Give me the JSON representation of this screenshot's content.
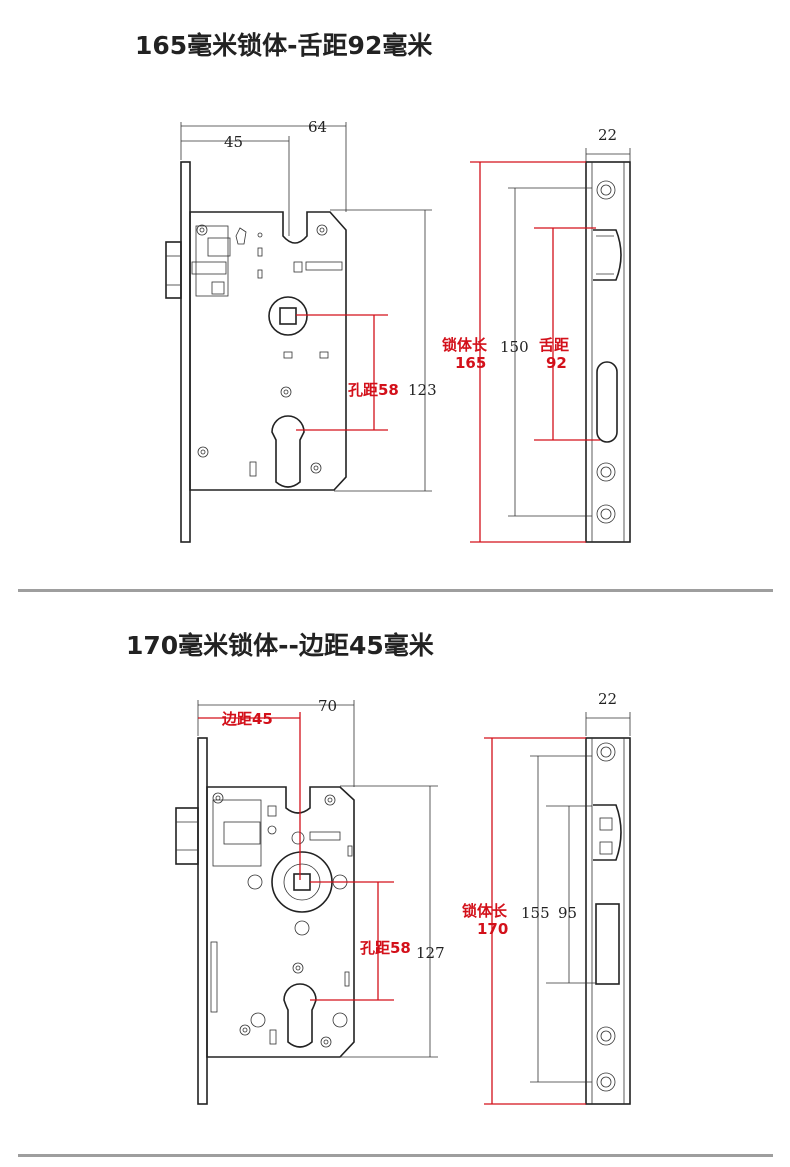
{
  "diagram1": {
    "title": "165毫米锁体-舌距92毫米",
    "dims": {
      "top_overall": "64",
      "backset": "45",
      "height_right": "123",
      "strike_width": "22",
      "inner_height": "150"
    },
    "red": {
      "hole_distance": "孔距58",
      "body_length_label": "锁体长",
      "body_length_value": "165",
      "tongue_label": "舌距",
      "tongue_value": "92"
    }
  },
  "diagram2": {
    "title": "170毫米锁体--边距45毫米",
    "dims": {
      "top_overall": "70",
      "height_right": "127",
      "strike_width": "22",
      "inner_height": "155",
      "inner_height2": "95"
    },
    "red": {
      "backset": "边距45",
      "hole_distance": "孔距58",
      "body_length_label": "锁体长",
      "body_length_value": "170"
    }
  },
  "colors": {
    "accent_red": "#d3101a",
    "line": "#222222",
    "divider": "#9e9e9e"
  }
}
